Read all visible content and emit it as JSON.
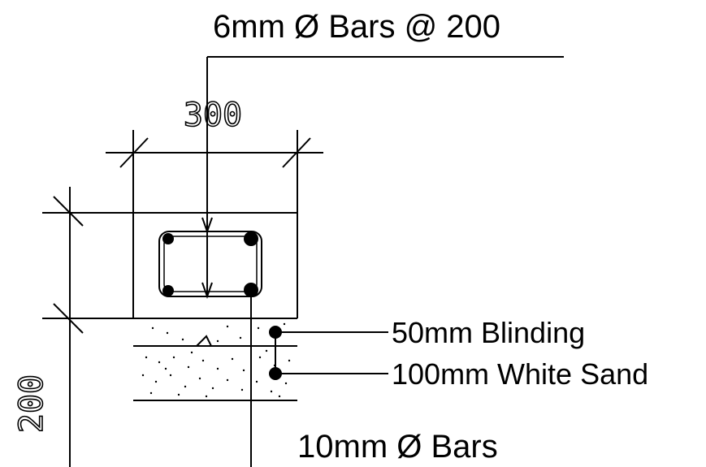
{
  "labels": {
    "stirrups": "6mm  Ø Bars @ 200",
    "blinding": "50mm Blinding",
    "sand": "100mm White Sand",
    "main_bars": "10mm  Ø Bars"
  },
  "dimensions": {
    "width": "300",
    "depth": "200"
  }
}
